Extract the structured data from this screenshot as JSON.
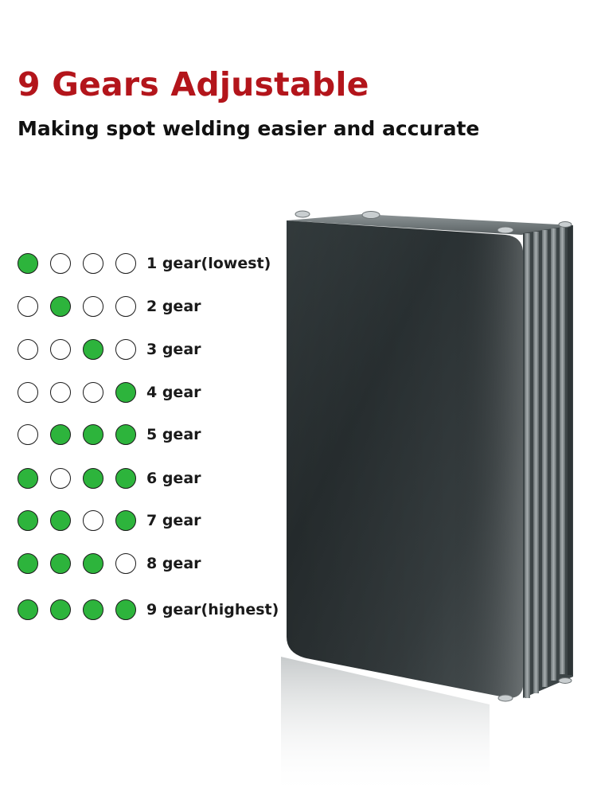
{
  "header": {
    "title": "9 Gears Adjustable",
    "subtitle": "Making spot welding easier and accurate"
  },
  "colors": {
    "title": "#b3151b",
    "indicator_on": "#2db43c",
    "indicator_off": "#ffffff"
  },
  "gears": [
    {
      "label": "1 gear(lowest)",
      "indicators": [
        1,
        0,
        0,
        0
      ]
    },
    {
      "label": "2 gear",
      "indicators": [
        0,
        1,
        0,
        0
      ]
    },
    {
      "label": "3 gear",
      "indicators": [
        0,
        0,
        1,
        0
      ]
    },
    {
      "label": "4 gear",
      "indicators": [
        0,
        0,
        0,
        1
      ]
    },
    {
      "label": "5 gear",
      "indicators": [
        0,
        1,
        1,
        1
      ]
    },
    {
      "label": "6 gear",
      "indicators": [
        1,
        0,
        1,
        1
      ]
    },
    {
      "label": "7 gear",
      "indicators": [
        1,
        1,
        0,
        1
      ]
    },
    {
      "label": "8 gear",
      "indicators": [
        1,
        1,
        1,
        0
      ]
    },
    {
      "label": "9 gear(highest)",
      "indicators": [
        1,
        1,
        1,
        1
      ]
    }
  ],
  "product_image": {
    "icon": "spot-welder-device-image"
  }
}
